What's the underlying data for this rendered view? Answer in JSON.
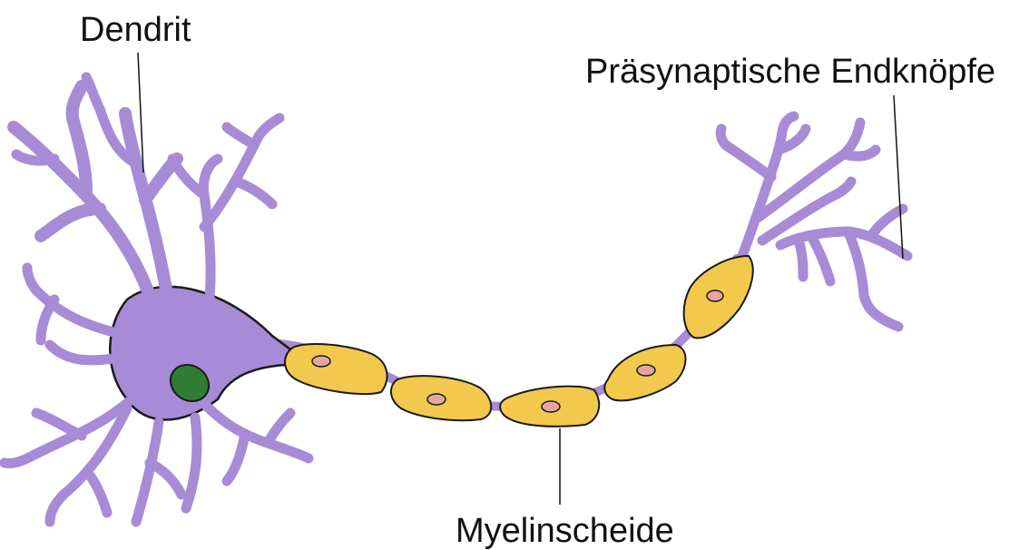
{
  "labels": {
    "dendrite": "Dendrit",
    "terminals": "Präsynaptische Endknöpfe",
    "myelin": "Myelinscheide"
  },
  "colors": {
    "neuron_fill": "#a78bd6",
    "neuron_stroke": "#1a1a1a",
    "nucleus": "#2e7d32",
    "myelin_fill": "#f2c94c",
    "myelin_nucleus": "#e8a5a0",
    "leader_line": "#111111"
  }
}
